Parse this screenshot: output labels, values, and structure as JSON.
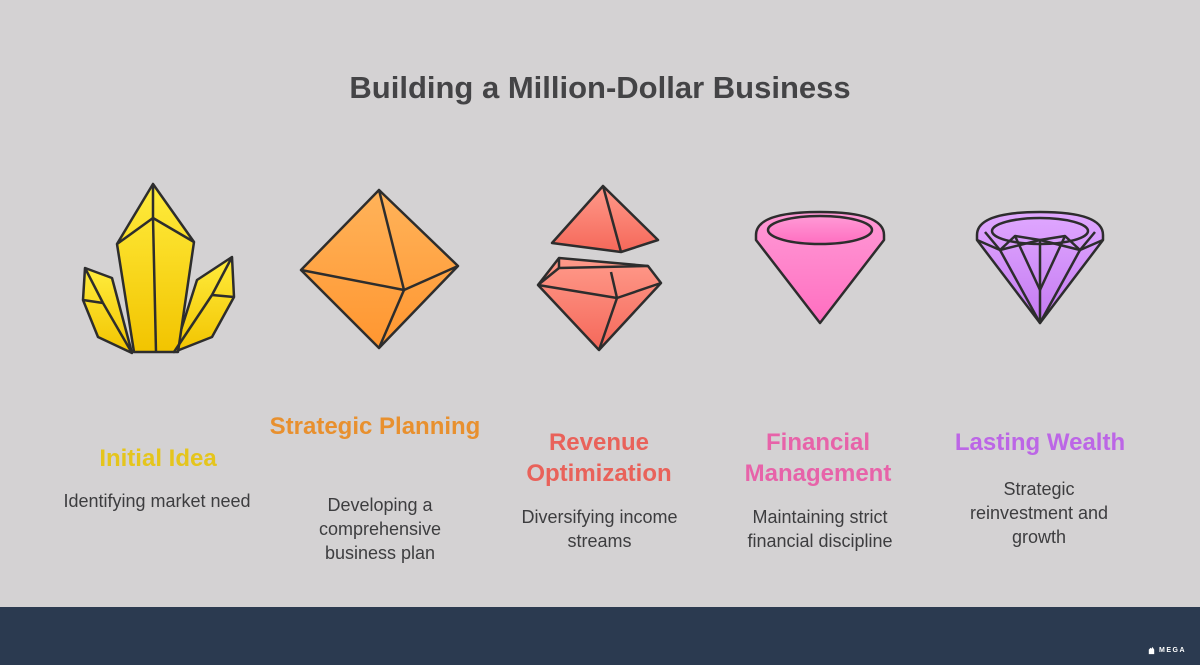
{
  "title": "Building a Million-Dollar Business",
  "steps": [
    {
      "heading": "Initial Idea",
      "description": "Identifying market need",
      "color": "#e8c81a",
      "icon": "crystal-cluster-icon"
    },
    {
      "heading": "Strategic Planning",
      "description": "Developing a comprehensive business plan",
      "color": "#e88e2e",
      "icon": "octahedron-gem-icon"
    },
    {
      "heading": "Revenue Optimization",
      "description": "Diversifying income streams",
      "color": "#ea6358",
      "icon": "split-gem-icon"
    },
    {
      "heading": "Financial Management",
      "description": "Maintaining strict financial discipline",
      "color": "#e862a8",
      "icon": "cone-gem-icon"
    },
    {
      "heading": "Lasting Wealth",
      "description": "Strategic reinvestment and growth",
      "color": "#bb66e6",
      "icon": "diamond-icon"
    }
  ],
  "brand": {
    "label": "MEGA"
  }
}
